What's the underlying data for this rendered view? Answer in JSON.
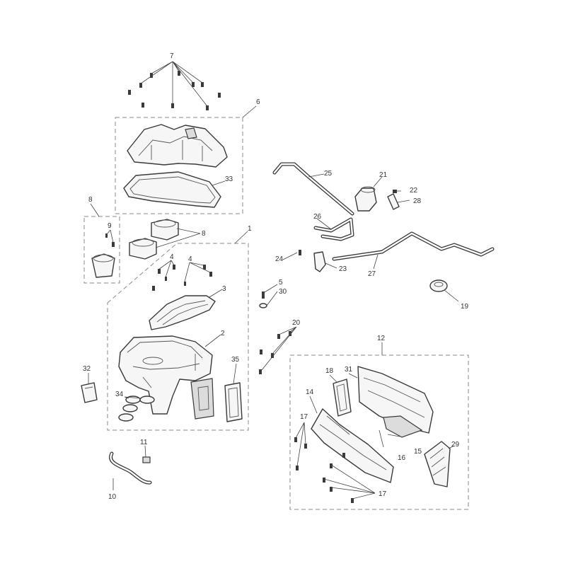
{
  "callouts": {
    "c1": "1",
    "c2": "2",
    "c3": "3",
    "c4a": "4",
    "c4b": "4",
    "c5": "5",
    "c6": "6",
    "c7": "7",
    "c8a": "8",
    "c8b": "8",
    "c9": "9",
    "c10": "10",
    "c11": "11",
    "c12": "12",
    "c14": "14",
    "c15": "15",
    "c16": "16",
    "c17a": "17",
    "c17b": "17",
    "c18": "18",
    "c19": "19",
    "c20": "20",
    "c21": "21",
    "c22": "22",
    "c23": "23",
    "c24": "24",
    "c25": "25",
    "c26": "26",
    "c27": "27",
    "c28": "28",
    "c29": "29",
    "c30": "30",
    "c31": "31",
    "c32": "32",
    "c33": "33",
    "c34": "34",
    "c35": "35"
  },
  "colors": {
    "line": "#3a3a3a",
    "box": "#8a8a8a",
    "label": "#333333"
  }
}
